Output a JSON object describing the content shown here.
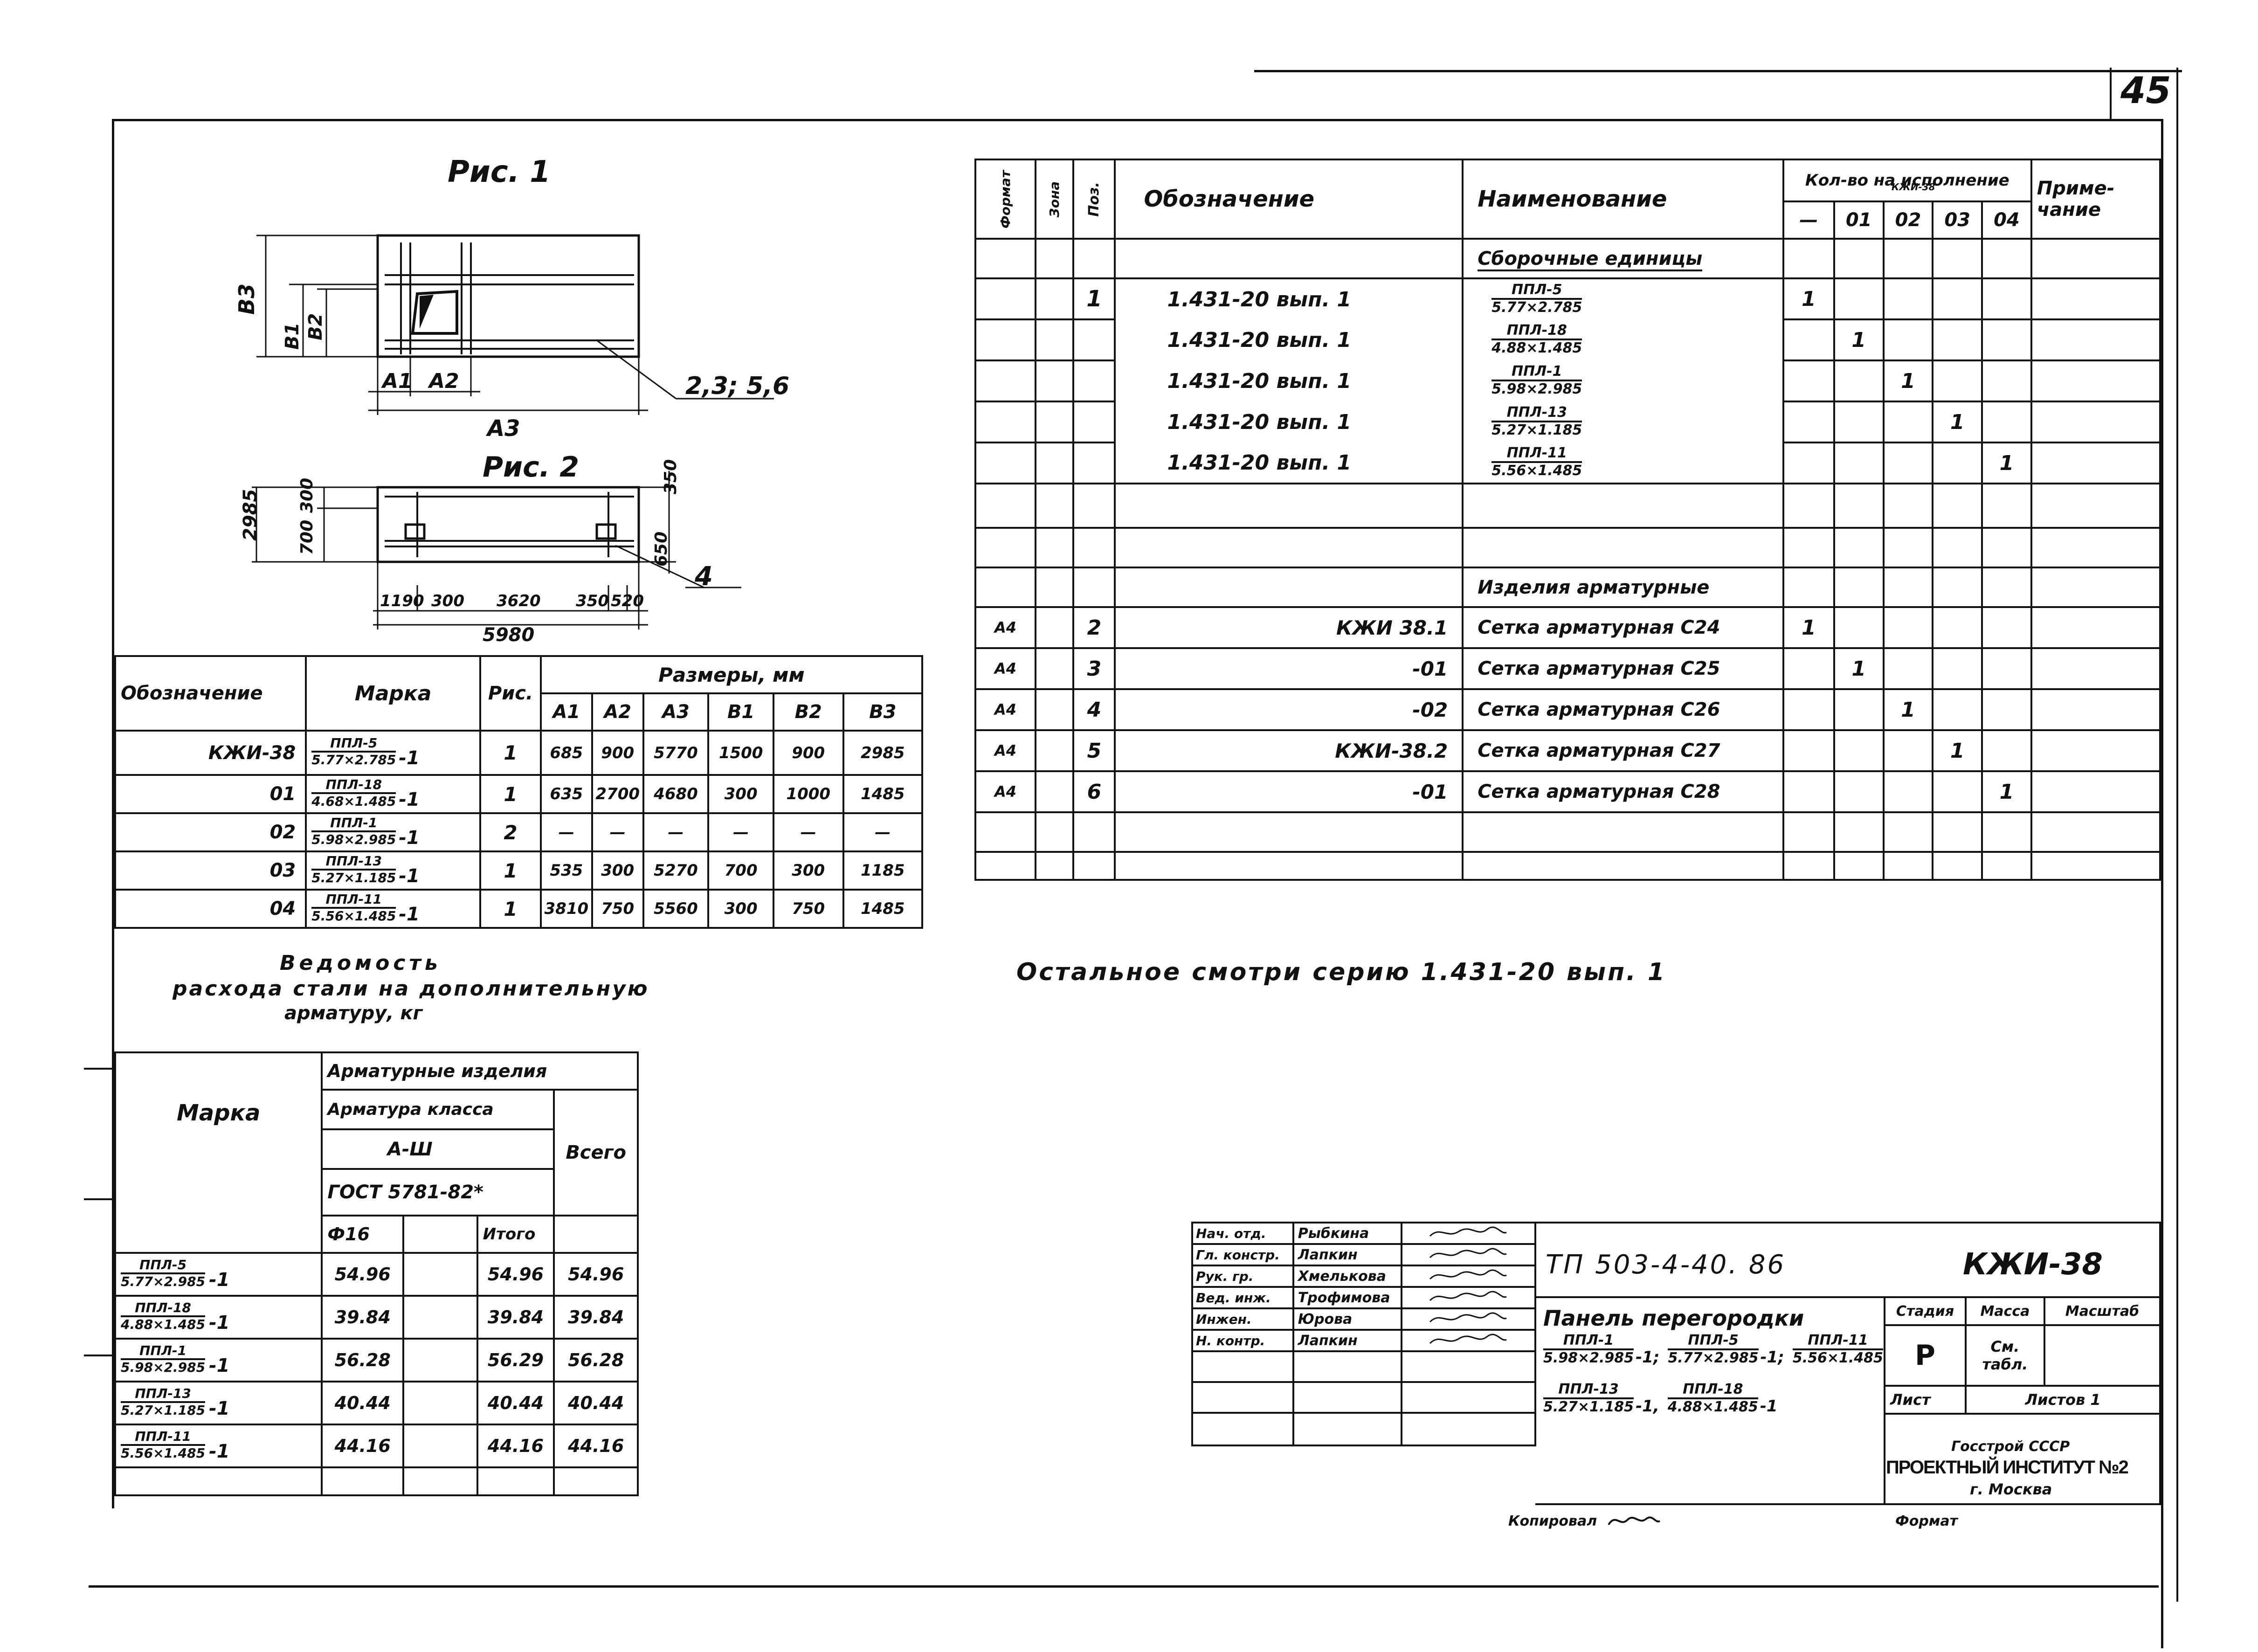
{
  "sheet": {
    "page_number": "45"
  },
  "fig1": {
    "title": "Рис. 1",
    "labels": [
      "В3",
      "В1",
      "В2",
      "А1",
      "А2",
      "А3"
    ],
    "callout": "2,3; 5,6"
  },
  "fig2": {
    "title": "Рис. 2",
    "dims_left": [
      "2985",
      "300",
      "700"
    ],
    "dims_right": [
      "350",
      "650"
    ],
    "dims_bottom": [
      "1190",
      "300",
      "3620",
      "350",
      "520"
    ],
    "overall": "5980",
    "callout": "4"
  },
  "dims_table": {
    "headers": {
      "oboz": "Обозначение",
      "marka": "Марка",
      "ris": "Рис.",
      "sizes": "Размеры, мм",
      "cols": [
        "А1",
        "А2",
        "А3",
        "В1",
        "В2",
        "В3"
      ]
    },
    "rows": [
      {
        "oboz": "КЖИ-38",
        "num": "ППЛ-5",
        "den": "5.77×2.785",
        "q": "-1",
        "ris": "1",
        "vals": [
          "685",
          "900",
          "5770",
          "1500",
          "900",
          "2985"
        ]
      },
      {
        "oboz": "01",
        "num": "ППЛ-18",
        "den": "4.68×1.485",
        "q": "-1",
        "ris": "1",
        "vals": [
          "635",
          "2700",
          "4680",
          "300",
          "1000",
          "1485"
        ]
      },
      {
        "oboz": "02",
        "num": "ППЛ-1",
        "den": "5.98×2.985",
        "q": "-1",
        "ris": "2",
        "vals": [
          "—",
          "—",
          "—",
          "—",
          "—",
          "—"
        ]
      },
      {
        "oboz": "03",
        "num": "ППЛ-13",
        "den": "5.27×1.185",
        "q": "-1",
        "ris": "1",
        "vals": [
          "535",
          "300",
          "5270",
          "700",
          "300",
          "1185"
        ]
      },
      {
        "oboz": "04",
        "num": "ППЛ-11",
        "den": "5.56×1.485",
        "q": "-1",
        "ris": "1",
        "vals": [
          "3810",
          "750",
          "5560",
          "300",
          "750",
          "1485"
        ]
      }
    ]
  },
  "steel": {
    "title_l1": "Ведомость",
    "title_l2": "расхода стали на дополнительную",
    "title_l3": "арматуру, кг",
    "h_marka": "Марка",
    "h_izd": "Арматурные изделия",
    "h_klass": "Арматура класса",
    "h_a3": "А-Ш",
    "h_gost": "ГОСТ 5781-82*",
    "h_vsego": "Всего",
    "h_d16": "Ф16",
    "h_itogo": "Итого",
    "rows": [
      {
        "num": "ППЛ-5",
        "den": "5.77×2.985",
        "q": "-1",
        "d16": "54.96",
        "itogo": "54.96",
        "vsego": "54.96"
      },
      {
        "num": "ППЛ-18",
        "den": "4.88×1.485",
        "q": "-1",
        "d16": "39.84",
        "itogo": "39.84",
        "vsego": "39.84"
      },
      {
        "num": "ППЛ-1",
        "den": "5.98×2.985",
        "q": "-1",
        "d16": "56.28",
        "itogo": "56.29",
        "vsego": "56.28"
      },
      {
        "num": "ППЛ-13",
        "den": "5.27×1.185",
        "q": "-1",
        "d16": "40.44",
        "itogo": "40.44",
        "vsego": "40.44"
      },
      {
        "num": "ППЛ-11",
        "den": "5.56×1.485",
        "q": "-1",
        "d16": "44.16",
        "itogo": "44.16",
        "vsego": "44.16"
      }
    ]
  },
  "spec": {
    "h_format": "Формат",
    "h_zona": "Зона",
    "h_poz": "Поз.",
    "h_oboz": "Обозначение",
    "h_naim": "Наименование",
    "h_kol": "Кол-во на исполнение",
    "h_kol_note": "КЖИ-38",
    "h_prim": "Приме-чание",
    "ispoln": [
      "—",
      "01",
      "02",
      "03",
      "04"
    ],
    "sect_asm": "Сборочные единицы",
    "asm": [
      {
        "poz": "1",
        "oboz": "1.431-20 вып. 1",
        "num": "ППЛ-5",
        "den": "5.77×2.785",
        "col": 0
      },
      {
        "poz": "",
        "oboz": "1.431-20 вып. 1",
        "num": "ППЛ-18",
        "den": "4.88×1.485",
        "col": 1
      },
      {
        "poz": "",
        "oboz": "1.431-20 вып. 1",
        "num": "ППЛ-1",
        "den": "5.98×2.985",
        "col": 2
      },
      {
        "poz": "",
        "oboz": "1.431-20 вып. 1",
        "num": "ППЛ-13",
        "den": "5.27×1.185",
        "col": 3
      },
      {
        "poz": "",
        "oboz": "1.431-20 вып. 1",
        "num": "ППЛ-11",
        "den": "5.56×1.485",
        "col": 4
      }
    ],
    "sect_arm": "Изделия арматурные",
    "arm": [
      {
        "fmt": "А4",
        "poz": "2",
        "oboz": "КЖИ 38.1",
        "naim": "Сетка арматурная С24",
        "col": 0
      },
      {
        "fmt": "А4",
        "poz": "3",
        "oboz": "-01",
        "naim": "Сетка арматурная С25",
        "col": 1
      },
      {
        "fmt": "А4",
        "poz": "4",
        "oboz": "-02",
        "naim": "Сетка арматурная С26",
        "col": 2
      },
      {
        "fmt": "А4",
        "poz": "5",
        "oboz": "КЖИ-38.2",
        "naim": "Сетка арматурная С27",
        "col": 3
      },
      {
        "fmt": "А4",
        "poz": "6",
        "oboz": "-01",
        "naim": "Сетка арматурная С28",
        "col": 4
      }
    ],
    "qty": "1"
  },
  "note": "Остальное смотри серию 1.431-20 вып. 1",
  "stamp": {
    "people": [
      {
        "role": "Нач. отд.",
        "name": "Рыбкина"
      },
      {
        "role": "Гл. констр.",
        "name": "Лапкин"
      },
      {
        "role": "Рук. гр.",
        "name": "Хмелькова"
      },
      {
        "role": "Вед. инж.",
        "name": "Трофимова"
      },
      {
        "role": "Инжен.",
        "name": "Юрова"
      },
      {
        "role": "Н. контр.",
        "name": "Лапкин"
      }
    ],
    "code": "ТП 503-4-40. 86",
    "mark": "КЖИ-38",
    "title": "Панель перегородки",
    "sub_l1": [
      {
        "num": "ППЛ-1",
        "den": "5.98×2.985",
        "q": "-1;"
      },
      {
        "num": "ППЛ-5",
        "den": "5.77×2.985",
        "q": "-1;"
      },
      {
        "num": "ППЛ-11",
        "den": "5.56×1.485",
        "q": ""
      }
    ],
    "sub_l2": [
      {
        "num": "ППЛ-13",
        "den": "5.27×1.185",
        "q": "-1,"
      },
      {
        "num": "ППЛ-18",
        "den": "4.88×1.485",
        "q": "-1"
      }
    ],
    "h_stadia": "Стадия",
    "h_massa": "Масса",
    "h_masshtab": "Масштаб",
    "stadia": "Р",
    "massa": "См. табл.",
    "h_list": "Лист",
    "h_listov": "Листов 1",
    "org1": "Госстрой СССР",
    "org2": "ПРОЕКТНЫЙ ИНСТИТУТ №2",
    "org3": "г. Москва",
    "kopiroval": "Копировал",
    "format": "Формат"
  }
}
